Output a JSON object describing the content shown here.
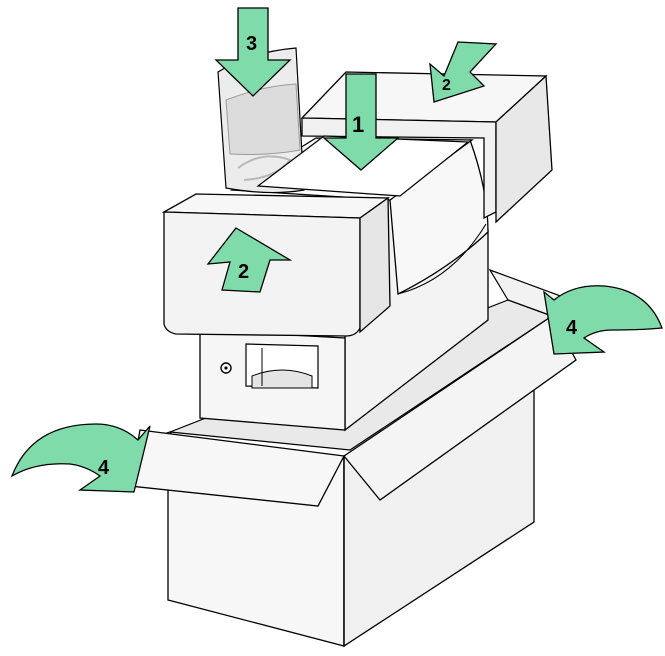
{
  "colors": {
    "arrow_fill": "#7fdcaa",
    "arrow_fill_dark": "#58c98f",
    "outline": "#000000",
    "box_face": "#f7f7f7",
    "box_side": "#f0f0f0",
    "box_inner": "#e9e9e9",
    "foam_face": "#f5f5f5",
    "foam_side": "#e6e6e6",
    "device_body": "#f8f8f8",
    "device_shadow": "#e0e0e0",
    "bag": "#ececec",
    "bag_inner": "#dcdcdc",
    "background": "#ffffff"
  },
  "steps": {
    "step1": "1",
    "step2_top": "2",
    "step2_front": "2",
    "step3": "3",
    "step4_left": "4",
    "step4_right": "4"
  },
  "icons": {
    "down_arrow": "arrow-down-icon",
    "up_arrow": "arrow-up-icon",
    "curved_arrow": "curved-arrow-icon"
  }
}
